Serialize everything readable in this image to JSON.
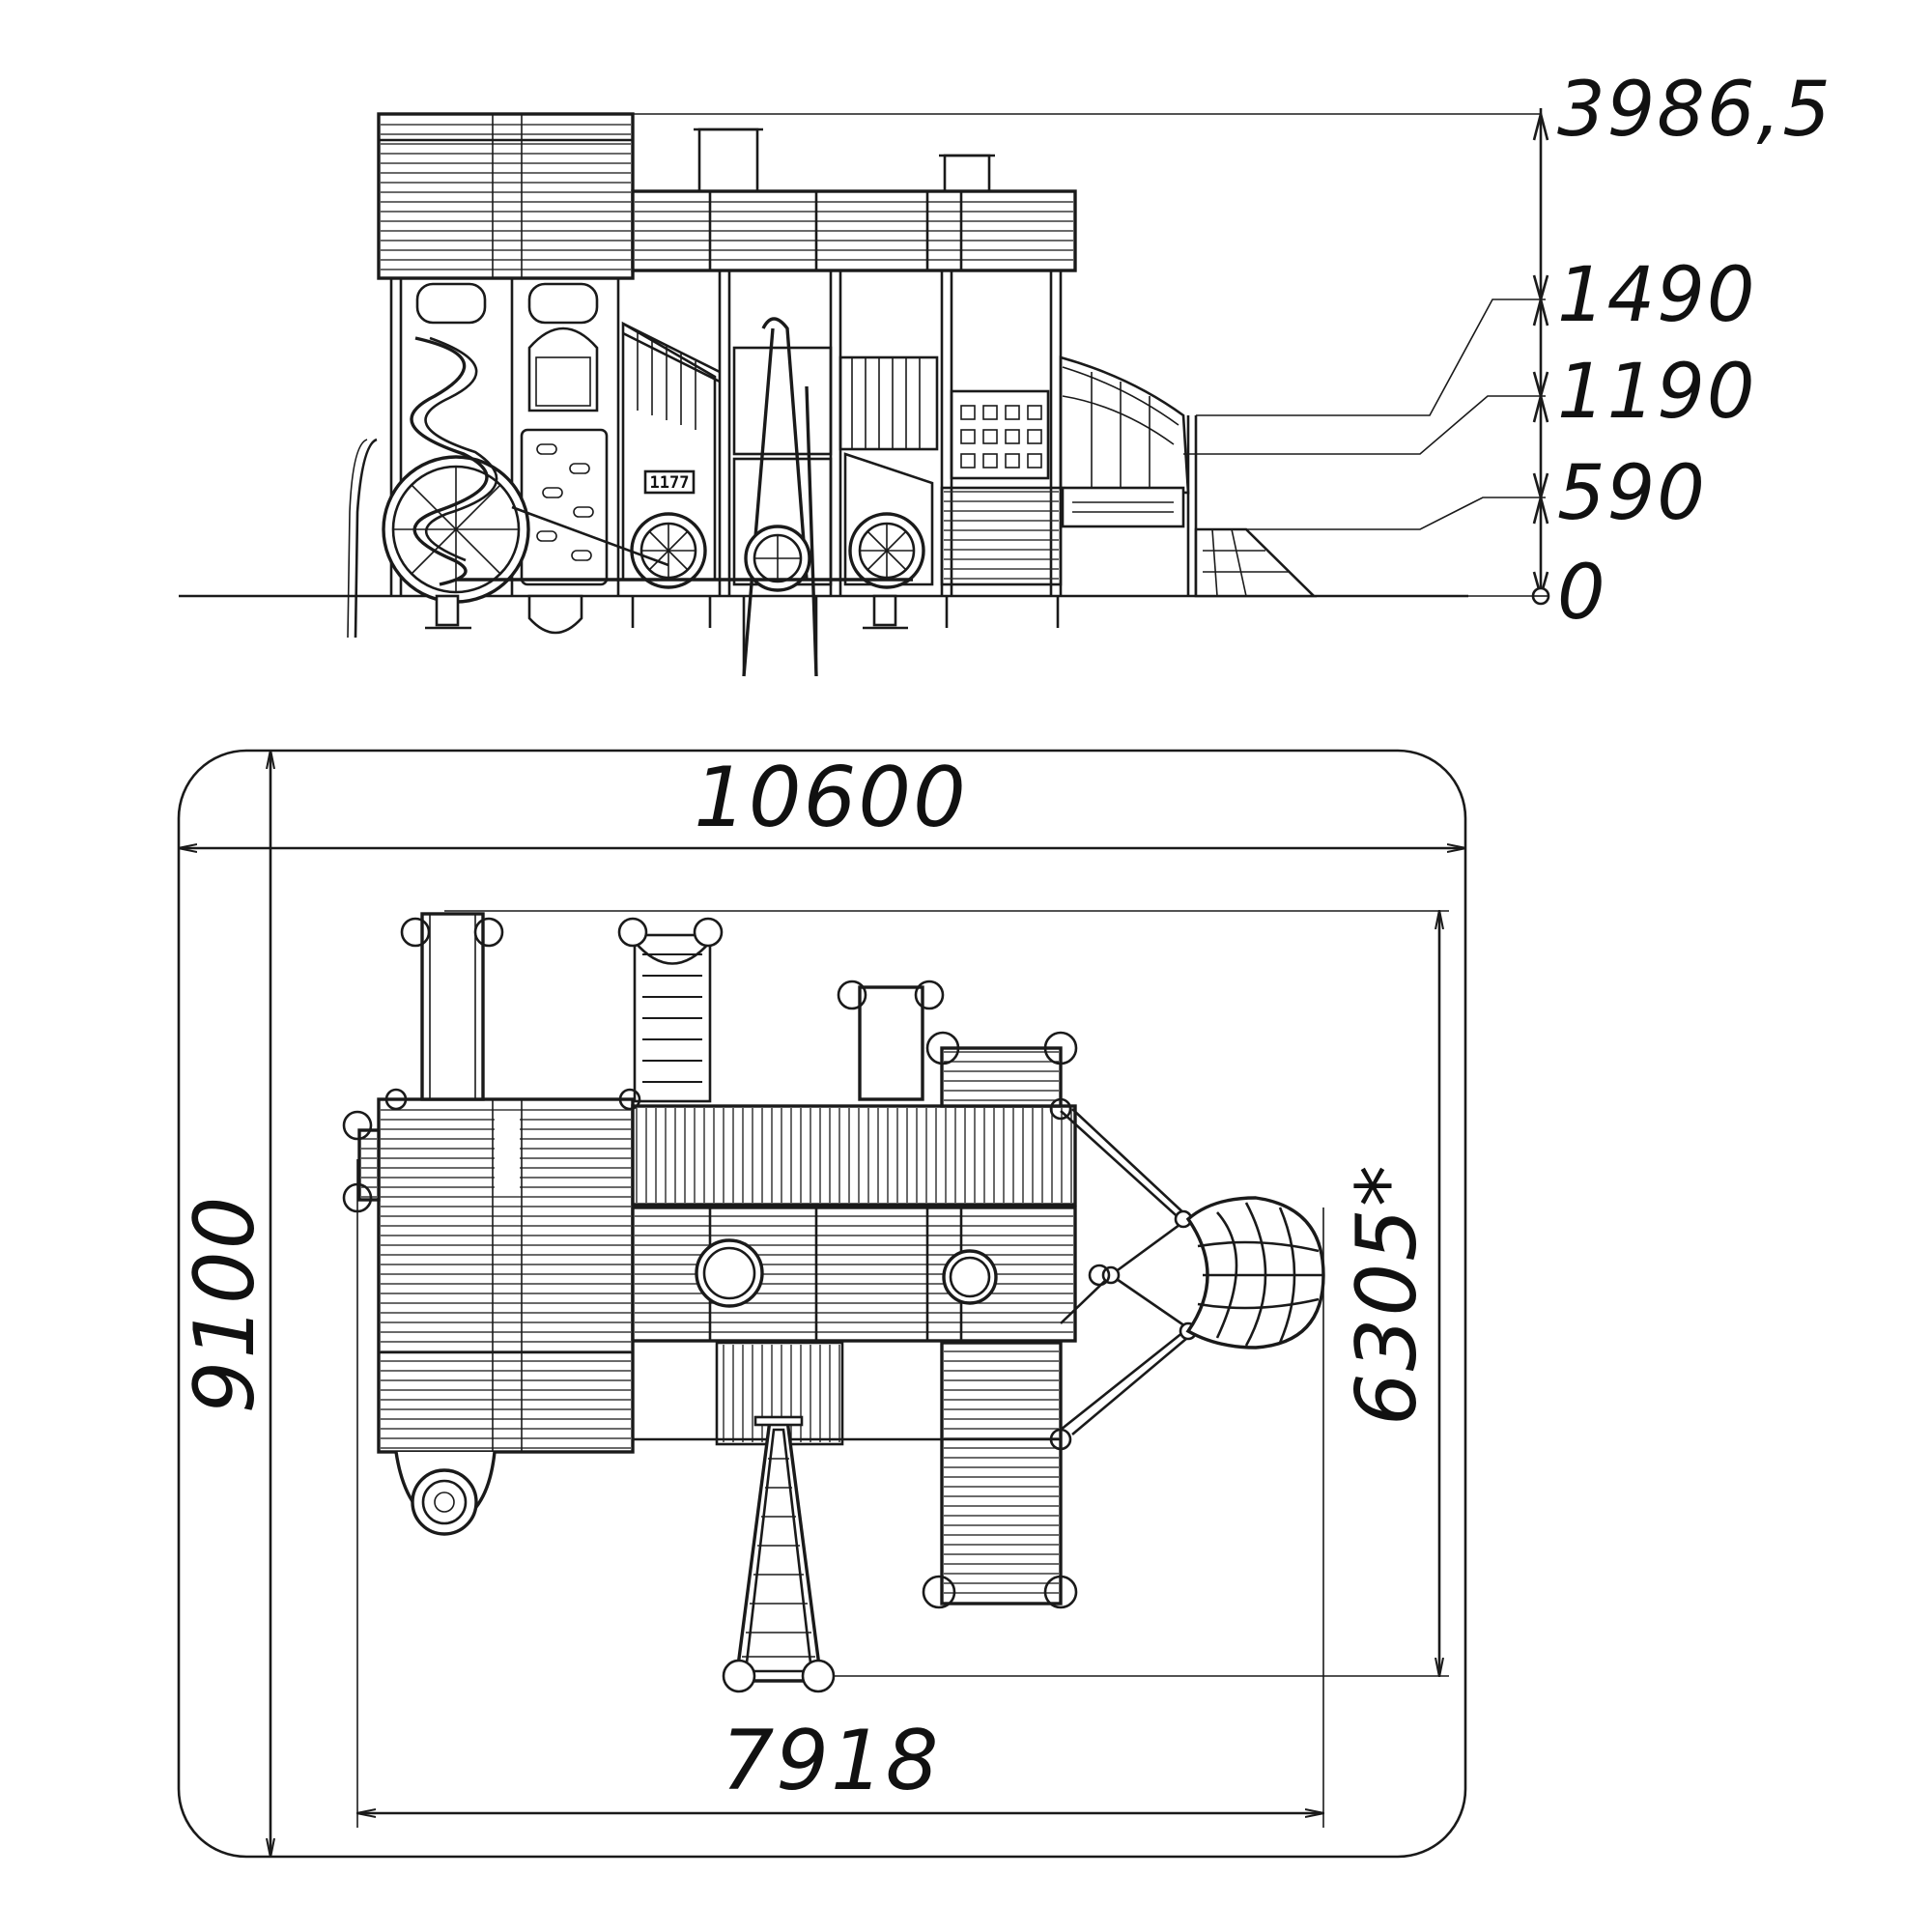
{
  "elevation": {
    "levels": [
      {
        "id": "top",
        "label": "3986,5"
      },
      {
        "id": "l1490",
        "label": "1490"
      },
      {
        "id": "l1190",
        "label": "1190"
      },
      {
        "id": "l590",
        "label": "590"
      },
      {
        "id": "ground",
        "label": "0"
      }
    ],
    "plate_number": "1177"
  },
  "plan": {
    "overall_width": "10600",
    "overall_depth": "9100",
    "equipment_width": "7918",
    "equipment_depth": "6305*"
  },
  "colors": {
    "ink": "#1a1a1a",
    "paper": "#ffffff"
  }
}
